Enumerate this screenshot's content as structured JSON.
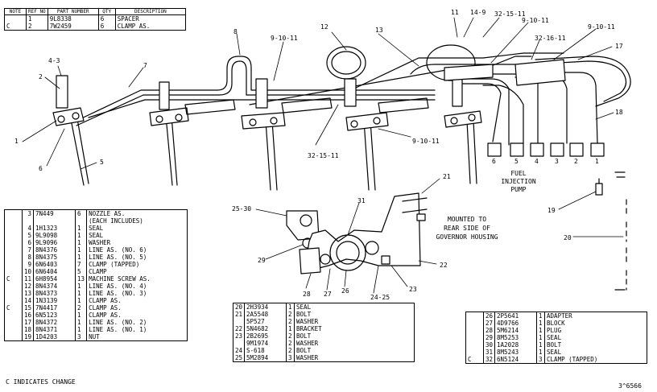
{
  "header_table": {
    "columns": [
      "NOTE",
      "REF NO",
      "PART NUMBER",
      "QTY",
      "DESCRIPTION"
    ],
    "rows": [
      {
        "note": "",
        "ref": "1",
        "part": "9L8338",
        "qty": "6",
        "desc": "SPACER"
      },
      {
        "note": "C",
        "ref": "2",
        "part": "7W2459",
        "qty": "6",
        "desc": "CLAMP AS."
      }
    ]
  },
  "left_table": {
    "rows": [
      {
        "note": "",
        "ref": "3",
        "part": "7N449",
        "qty": "6",
        "desc": "NOZZLE AS."
      },
      {
        "note": "",
        "ref": "",
        "part": "",
        "qty": "",
        "desc": "(EACH INCLUDES)"
      },
      {
        "note": "",
        "ref": "4",
        "part": "1H1323",
        "qty": "1",
        "desc": "SEAL"
      },
      {
        "note": "",
        "ref": "5",
        "part": "9L9098",
        "qty": "1",
        "desc": "SEAL"
      },
      {
        "note": "",
        "ref": "6",
        "part": "9L9096",
        "qty": "1",
        "desc": "WASHER"
      },
      {
        "note": "",
        "ref": "7",
        "part": "8N4376",
        "qty": "1",
        "desc": "LINE AS. (NO. 6)"
      },
      {
        "note": "",
        "ref": "8",
        "part": "8N4375",
        "qty": "1",
        "desc": "LINE AS. (NO. 5)"
      },
      {
        "note": "",
        "ref": "9",
        "part": "6N6403",
        "qty": "7",
        "desc": "CLAMP (TAPPED)"
      },
      {
        "note": "",
        "ref": "10",
        "part": "6N6404",
        "qty": "5",
        "desc": "CLAMP"
      },
      {
        "note": "C",
        "ref": "11",
        "part": "6H8954",
        "qty": "13",
        "desc": "MACHINE SCREW AS."
      },
      {
        "note": "",
        "ref": "12",
        "part": "8N4374",
        "qty": "1",
        "desc": "LINE AS. (NO. 4)"
      },
      {
        "note": "",
        "ref": "13",
        "part": "8N4373",
        "qty": "1",
        "desc": "LINE AS. (NO. 3)"
      },
      {
        "note": "",
        "ref": "14",
        "part": "1N3139",
        "qty": "1",
        "desc": "CLAMP AS."
      },
      {
        "note": "C",
        "ref": "15",
        "part": "7N4417",
        "qty": "2",
        "desc": "CLAMP AS."
      },
      {
        "note": "",
        "ref": "16",
        "part": "6N5123",
        "qty": "1",
        "desc": "CLAMP AS."
      },
      {
        "note": "",
        "ref": "17",
        "part": "8N4372",
        "qty": "1",
        "desc": "LINE AS. (NO. 2)"
      },
      {
        "note": "",
        "ref": "18",
        "part": "8N4371",
        "qty": "1",
        "desc": "LINE AS. (NO. 1)"
      },
      {
        "note": "",
        "ref": "19",
        "part": "1D4203",
        "qty": "3",
        "desc": "NUT"
      }
    ]
  },
  "mid_table": {
    "rows": [
      {
        "ref": "20",
        "part": "2H3934",
        "qty": "1",
        "desc": "SEAL"
      },
      {
        "ref": "21",
        "part": "2A5548",
        "qty": "2",
        "desc": "BOLT"
      },
      {
        "ref": "",
        "part": "5P527",
        "qty": "2",
        "desc": "WASHER"
      },
      {
        "ref": "22",
        "part": "5N4682",
        "qty": "1",
        "desc": "BRACKET"
      },
      {
        "ref": "23",
        "part": "2B2695",
        "qty": "2",
        "desc": "BOLT"
      },
      {
        "ref": "",
        "part": "9M1974",
        "qty": "2",
        "desc": "WASHER"
      },
      {
        "ref": "24",
        "part": "S-618",
        "qty": "2",
        "desc": "BOLT"
      },
      {
        "ref": "25",
        "part": "5M2894",
        "qty": "3",
        "desc": "WASHER"
      }
    ]
  },
  "right_table": {
    "rows": [
      {
        "note": "",
        "ref": "26",
        "part": "2P5641",
        "qty": "1",
        "desc": "ADAPTER"
      },
      {
        "note": "",
        "ref": "27",
        "part": "4D9766",
        "qty": "1",
        "desc": "BLOCK"
      },
      {
        "note": "",
        "ref": "28",
        "part": "5M6214",
        "qty": "1",
        "desc": "PLUG"
      },
      {
        "note": "",
        "ref": "29",
        "part": "8M5253",
        "qty": "1",
        "desc": "SEAL"
      },
      {
        "note": "",
        "ref": "30",
        "part": "1A2028",
        "qty": "1",
        "desc": "BOLT"
      },
      {
        "note": "",
        "ref": "31",
        "part": "8M5243",
        "qty": "1",
        "desc": "SEAL"
      },
      {
        "note": "C",
        "ref": "32",
        "part": "6N5124",
        "qty": "3",
        "desc": "CLAMP (TAPPED)"
      }
    ]
  },
  "footnote": "C  INDICATES CHANGE",
  "drawing_number": "3^6566",
  "callouts": {
    "c1": "1",
    "c2": "2",
    "c3": "4-3",
    "c4": "6",
    "c5": "5",
    "c6": "7",
    "c7": "8",
    "c8": "9-10-11",
    "c9": "12",
    "c10": "13",
    "c11": "11",
    "c12": "14-9",
    "c13": "32-15-11",
    "c14": "9-10-11",
    "c15": "32-16-11",
    "c16": "9-10-11",
    "c17": "17",
    "c18": "18",
    "c19": "9-10-11",
    "c20": "32-15-11",
    "c21": "21",
    "c22": "25-30",
    "c23": "31",
    "c24": "29",
    "c25": "28",
    "c26": "27",
    "c27": "26",
    "c28": "24-25",
    "c29": "23",
    "c30": "22",
    "c31": "19",
    "c32": "20"
  },
  "pump_label_lines": [
    "FUEL",
    "INJECTION",
    "PUMP"
  ],
  "governor_label_lines": [
    "MOUNTED TO",
    "REAR SIDE OF",
    "GOVERNOR HOUSING"
  ],
  "outlet_numbers": [
    "6",
    "5",
    "4",
    "3",
    "2",
    "1"
  ]
}
